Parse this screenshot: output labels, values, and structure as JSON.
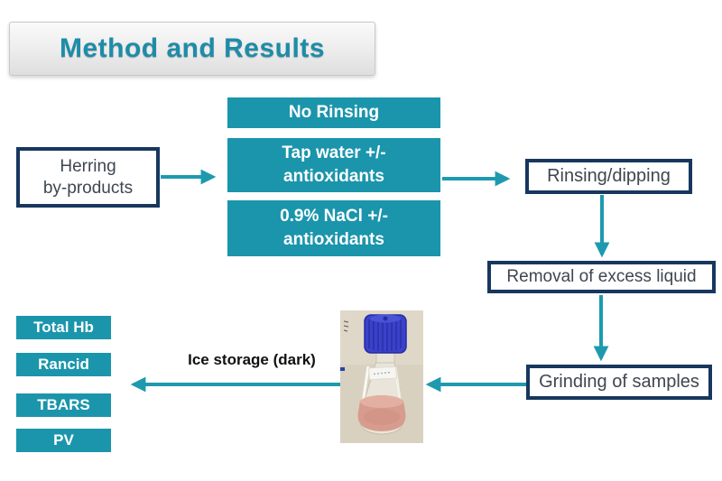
{
  "title": "Method and Results",
  "flow": {
    "source": "Herring\nby-products",
    "treatments": [
      "No Rinsing",
      "Tap water +/-\nantioxidants",
      "0.9% NaCl +/-\nantioxidants"
    ],
    "rinsing": "Rinsing/dipping",
    "removal": "Removal of excess liquid",
    "grinding": "Grinding of samples",
    "ice_storage": "Ice storage (dark)",
    "analyses": [
      "Total Hb",
      "Rancid",
      "TBARS",
      "PV"
    ]
  },
  "colors": {
    "teal": "#1B95AB",
    "navy": "#17375E",
    "arrow": "#1E9AAF",
    "title_text": "#1E8CA8",
    "box_text": "#3F4650",
    "photo_bg": "#D9D1C0",
    "flask_cap_blue": "#3A41CB",
    "flask_content_pink": "#D79C8E"
  }
}
